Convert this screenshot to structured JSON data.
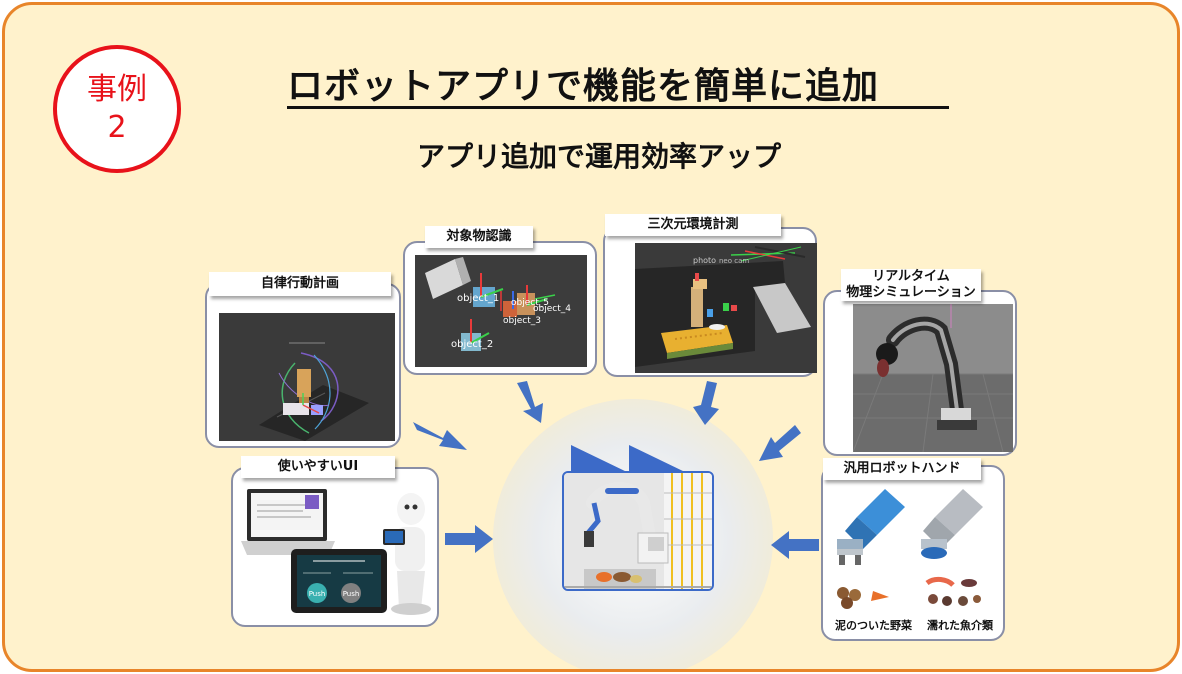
{
  "badge": {
    "line1": "事例",
    "line2": "2"
  },
  "title": "ロボットアプリで機能を簡単に追加",
  "subtitle": "アプリ追加で運用効率アップ",
  "panels": {
    "motion_planning": {
      "label": "自律行動計画"
    },
    "object_recognition": {
      "label": "対象物認識",
      "objects": [
        "object_1",
        "object_2",
        "object_3",
        "object_4",
        "object_5"
      ]
    },
    "measurement_3d": {
      "label": "三次元環境計測"
    },
    "simulation": {
      "label_line1": "リアルタイム",
      "label_line2": "物理シミュレーション"
    },
    "ui": {
      "label": "使いやすいUI",
      "push1": "Push",
      "push2": "Push"
    },
    "hand": {
      "label": "汎用ロボットハンド",
      "caption1": "泥のついた野菜",
      "caption2": "濡れた魚介類"
    }
  },
  "colors": {
    "frame_border": "#e8852a",
    "frame_fill": "#fff2cc",
    "badge": "#e8121a",
    "arrow": "#4472c4",
    "hand_blue": "#3c8fd8",
    "hand_gray": "#b8bcc2",
    "panel_border": "#8a8fa6"
  }
}
